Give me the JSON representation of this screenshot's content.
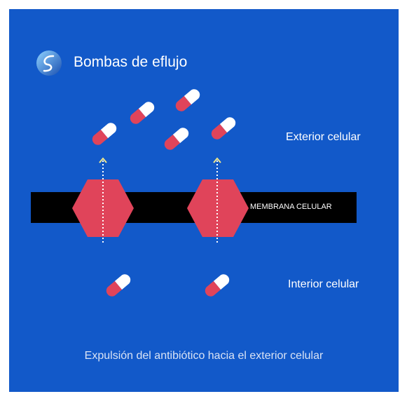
{
  "title": "Bombas de eflujo",
  "labels": {
    "exterior": "Exterior celular",
    "interior": "Interior celular",
    "membrane": "MEMBRANA CELULAR"
  },
  "caption": "Expulsión del antibiótico hacia el exterior celular",
  "icons": {
    "logo": "swirl-logo-icon",
    "pill": "capsule-icon",
    "pump": "efflux-pump-icon",
    "arrow": "dotted-up-arrow-icon"
  },
  "colors": {
    "background": "#1259c9",
    "membrane": "#000000",
    "pump": "#e0445a",
    "pill_red": "#e0445a",
    "pill_white": "#ffffff",
    "arrow": "#f2e88a",
    "text": "#ffffff"
  }
}
